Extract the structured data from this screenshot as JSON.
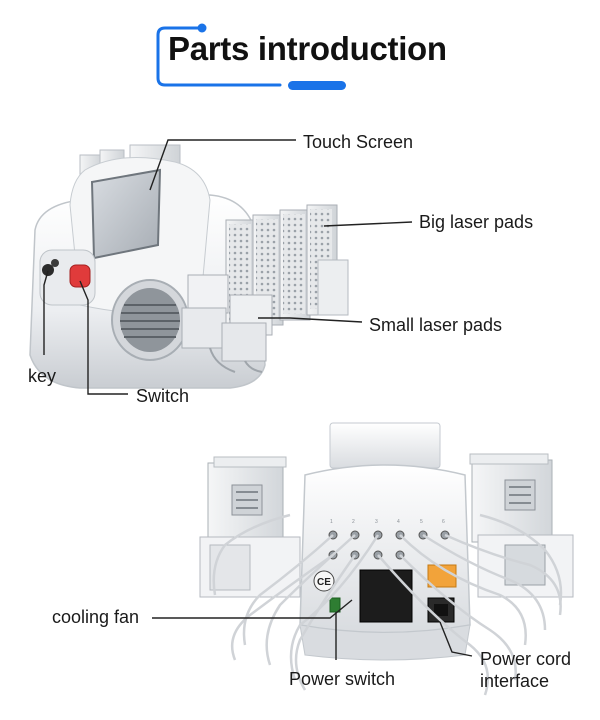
{
  "header": {
    "title": "Parts introduction"
  },
  "callouts": {
    "touch_screen": "Touch Screen",
    "big_laser_pads": "Big laser pads",
    "small_laser_pads": "Small laser pads",
    "key": "key",
    "switch": "Switch",
    "cooling_fan": "cooling fan",
    "power_switch": "Power switch",
    "power_cord_interface": "Power cord interface"
  },
  "back_panel": {
    "ce_mark": "CE"
  },
  "colors": {
    "accent": "#1a73e8",
    "text": "#1a1a1a",
    "switch_red": "#e03b3b",
    "warning_label": "#f2a33a"
  },
  "icons": [
    "accent-bracket-frame",
    "accent-dot",
    "fan-grille-icon",
    "power-socket-icon"
  ]
}
